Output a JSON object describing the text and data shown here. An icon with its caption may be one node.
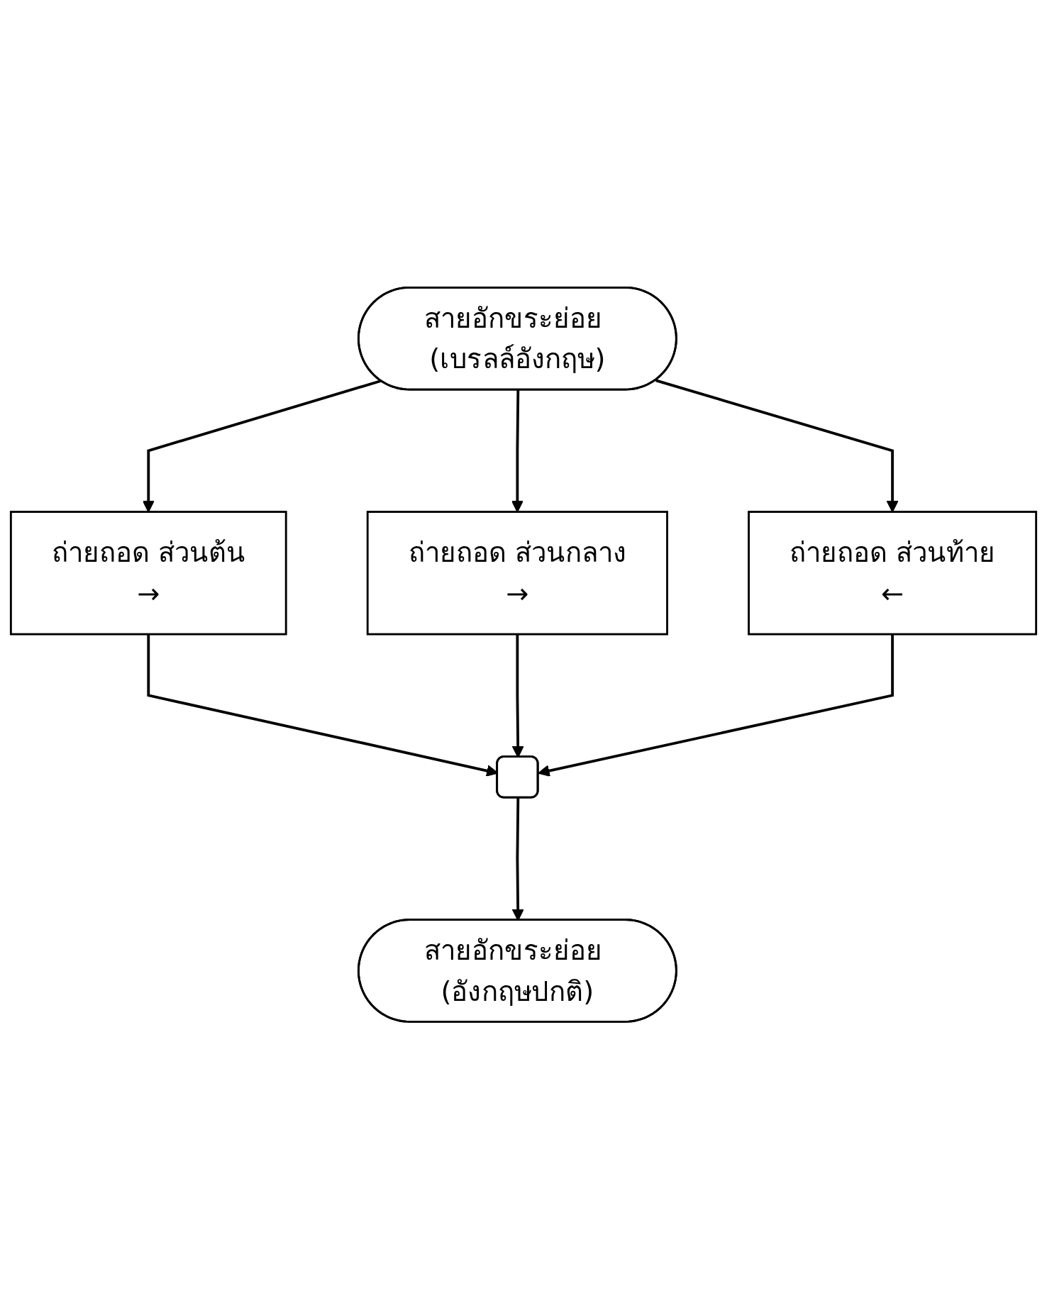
{
  "diagram": {
    "nodes": [
      {
        "text": [
          "สายอักขระย่อย (เบรลล์อังกฤษ)"
        ]
      },
      {
        "text": [
          "ถ่ายถอด ส่วนต้น",
          "→"
        ]
      },
      {
        "text": [
          "ถ่ายถอด ส่วนกลาง",
          "→"
        ]
      },
      {
        "text": [
          "ถ่ายถอด ส่วนท้าย",
          "←"
        ]
      },
      {
        "text": [],
        "shape": "box"
      },
      {
        "text": [
          "สายอักขระย่อย (อังกฤษปกติ)"
        ]
      }
    ],
    "edges": [
      {
        "from": 0,
        "to": 1,
        "arrow": "to"
      },
      {
        "from": 0,
        "to": 2,
        "arrow": "to"
      },
      {
        "from": 0,
        "to": 3,
        "arrow": "to"
      },
      {
        "from": 1,
        "to": 4,
        "arrow": "to"
      },
      {
        "from": 2,
        "to": 4,
        "arrow": "to"
      },
      {
        "from": 3,
        "to": 4,
        "arrow": "to"
      },
      {
        "from": 4,
        "to": 5,
        "arrow": "to"
      }
    ]
  }
}
